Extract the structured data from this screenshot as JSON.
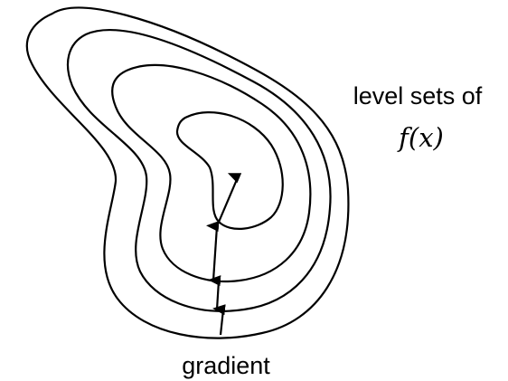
{
  "labels": {
    "level_sets": "level sets of",
    "function": "f(x)",
    "gradient": "gradient"
  },
  "colors": {
    "stroke": "#000000",
    "background": "#ffffff"
  }
}
